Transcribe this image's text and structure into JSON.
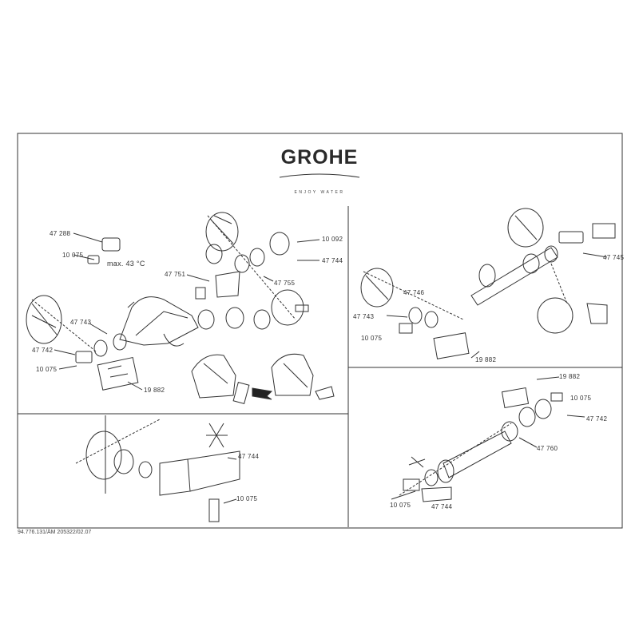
{
  "brand": {
    "name": "GROHE",
    "tagline": "ENJOY WATER"
  },
  "panels": {
    "main": {
      "labels": [
        "47 288",
        "10 075",
        "47 751",
        "10 092",
        "47 744",
        "47 755",
        "47 742",
        "47 743",
        "10 075",
        "19 882"
      ],
      "max_temp": "max. 43 °C"
    },
    "top_right": {
      "labels": [
        "47 745",
        "47 746",
        "47 743",
        "10 075",
        "19 882"
      ]
    },
    "bottom_left": {
      "labels": [
        "47 744",
        "10 075"
      ]
    },
    "bottom_right": {
      "labels": [
        "19 882",
        "10 075",
        "47 742",
        "47 760",
        "10 075",
        "47 744"
      ]
    }
  },
  "footer": "94.776.131/ÄM 205322/02.07"
}
